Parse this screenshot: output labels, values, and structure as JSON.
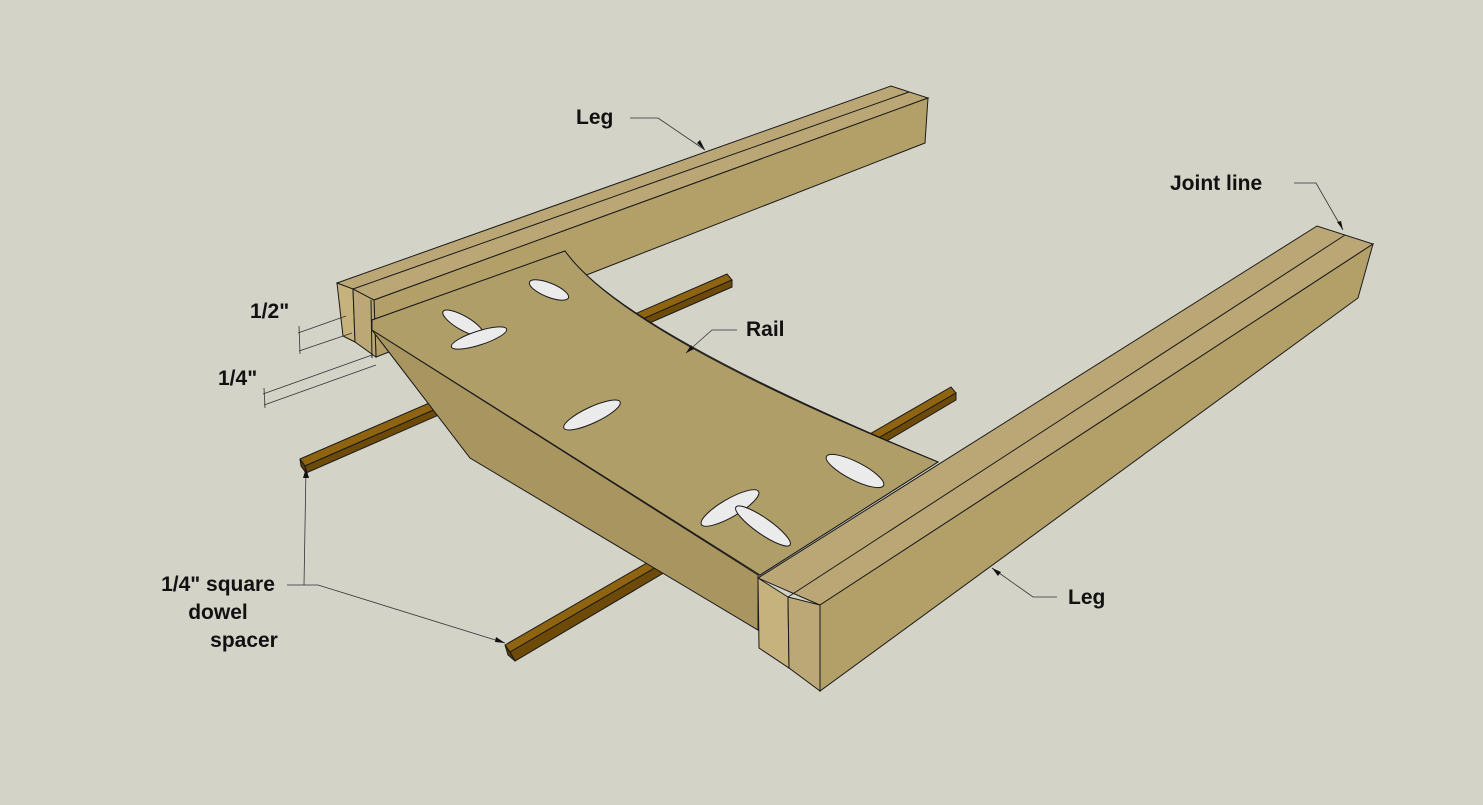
{
  "labels": {
    "leg_top": "Leg",
    "joint_line": "Joint line",
    "rail": "Rail",
    "half_inch": "1/2\"",
    "quarter_inch": "1/4\"",
    "dowel_line1": "1/4\" square",
    "dowel_line2": "dowel",
    "dowel_line3": "spacer",
    "leg_bottom": "Leg"
  },
  "colors": {
    "background": "#d4d3c8",
    "wood_top": "#bba775",
    "wood_side": "#b09a62",
    "wood_end": "#c0ac78",
    "dowel": "#7a5209",
    "dowel_top": "#8f6410",
    "slot": "#e9e9e9",
    "line": "#1a1a1a"
  }
}
